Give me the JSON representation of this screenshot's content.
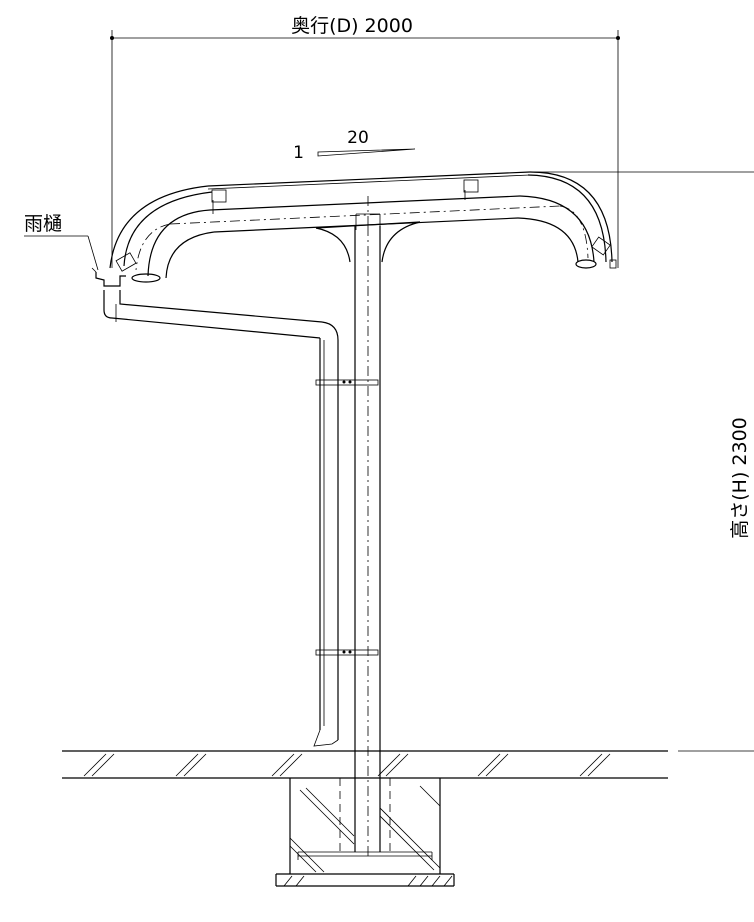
{
  "dimensions": {
    "depth_label": "奥行(D) 2000",
    "height_label": "高さ(H) 2300"
  },
  "slope": {
    "rise": "1",
    "run": "20"
  },
  "callouts": {
    "gutter": "雨樋"
  }
}
